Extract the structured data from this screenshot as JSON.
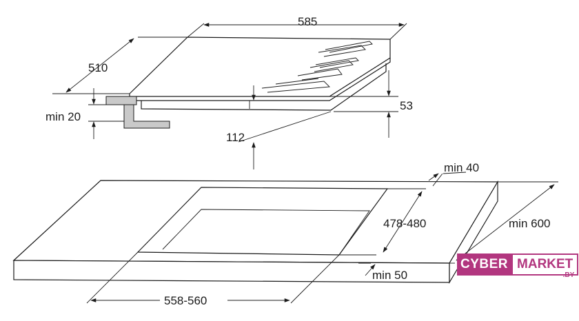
{
  "dimensions": {
    "width": "585",
    "depth": "510",
    "height_above": "53",
    "height_below": "112",
    "min_clearance": "min 20",
    "cutout_width": "558-560",
    "cutout_depth": "478-480",
    "min_back": "min 40",
    "min_front": "min 50",
    "min_countertop": "min 600"
  },
  "logo": {
    "cyber": "CYBER",
    "market": "MARKET",
    "suffix": ".BY",
    "color": "#b2367f"
  }
}
